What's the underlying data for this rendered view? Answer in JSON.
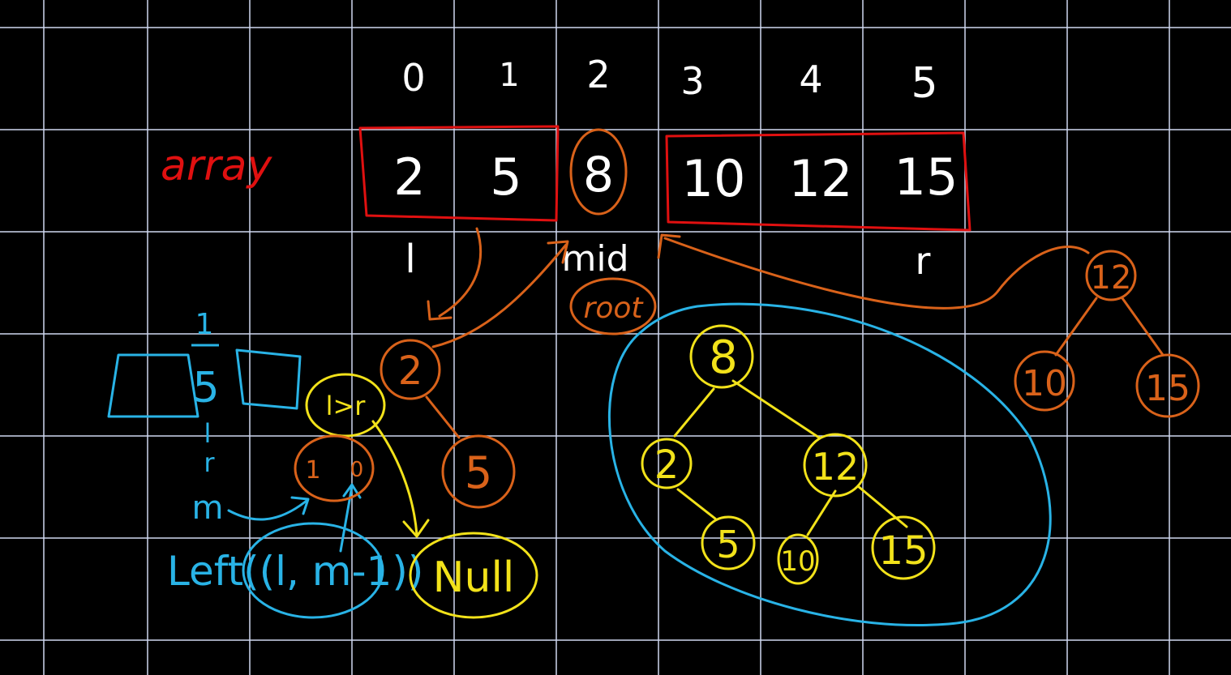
{
  "colors": {
    "background": "#000000",
    "grid": "#cfd8f0",
    "white": "#ffffff",
    "red": "#e01010",
    "orange": "#d9621a",
    "yellow": "#f2e21a",
    "blue": "#29b3e6"
  },
  "array": {
    "label": "array",
    "indices": [
      "0",
      "1",
      "2",
      "3",
      "4",
      "5"
    ],
    "values": [
      "2",
      "5",
      "8",
      "10",
      "12",
      "15"
    ]
  },
  "pointers": {
    "left": "l",
    "mid": "mid",
    "right": "r",
    "root": "root"
  },
  "right_subtree": {
    "root": "12",
    "left": "10",
    "right": "15"
  },
  "recursion_notes": {
    "stack_top": "1",
    "stack_mid": "5",
    "var_l": "l",
    "var_r": "r",
    "var_m": "m",
    "call": "Left((l, m-1))",
    "cond_node": "l>r",
    "left_node_2": "2",
    "left_node_5": "5",
    "pair_left": "1",
    "pair_right": "0",
    "null_node": "Null"
  },
  "final_tree": {
    "root": "8",
    "left": "2",
    "right": "12",
    "left_right": "5",
    "right_left": "10",
    "right_right": "15"
  }
}
